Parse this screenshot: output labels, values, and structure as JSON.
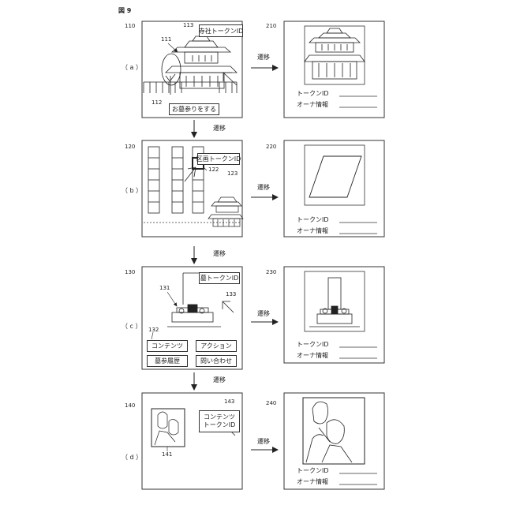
{
  "figure_label": "図 9",
  "transition_label": "遷移",
  "panels": {
    "a": {
      "row_label": "（ a ）",
      "left_ref": "110",
      "right_ref": "210",
      "building_ref": "111",
      "token_box_ref": "113",
      "token_box_label": "寺社トークンID",
      "action_ref": "112",
      "action_label": "お墓参りをする",
      "fields": [
        "トークンID",
        "オーナ情報"
      ]
    },
    "b": {
      "row_label": "（ b ）",
      "left_ref": "120",
      "right_ref": "220",
      "token_box_label": "区画トークンID",
      "pointer_ref": "122",
      "token_box_ref": "123",
      "fields": [
        "トークンID",
        "オーナ情報"
      ]
    },
    "c": {
      "row_label": "（ c ）",
      "left_ref": "130",
      "right_ref": "230",
      "token_box_label": "墓トークンID",
      "grave_ref": "131",
      "token_box_ref": "133",
      "buttons_ref": "132",
      "buttons": [
        "コンテンツ",
        "アクション",
        "墓参履歴",
        "問い合わせ"
      ],
      "fields": [
        "トークンID",
        "オーナ情報"
      ]
    },
    "d": {
      "row_label": "（ d ）",
      "left_ref": "140",
      "right_ref": "240",
      "photo_ref": "141",
      "token_box_ref": "143",
      "token_box_line1": "コンテンツ",
      "token_box_line2": "トークンID",
      "fields": [
        "トークンID",
        "オーナ情報"
      ]
    }
  }
}
